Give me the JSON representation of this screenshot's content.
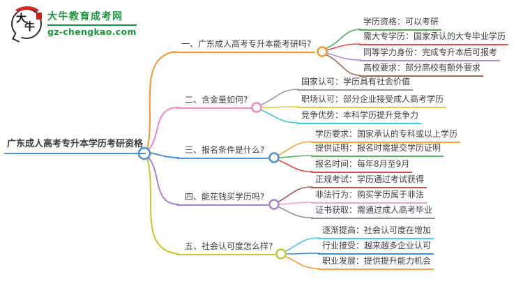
{
  "logo": {
    "bubble_char_top": "大",
    "bubble_char_bottom": "牛",
    "site_name": "大牛教育成考网",
    "site_url": "gz-chengkao.com",
    "green": "#1d953f",
    "red": "#d5281e"
  },
  "mindmap": {
    "root": {
      "label": "广东成人高考专升本学历考研资格",
      "color": "#4a8fd3"
    },
    "branches": [
      {
        "label": "一、广东成人高考专升本能考研吗?",
        "color": "#f5952f",
        "children": [
          {
            "label": "学历资格：可以考研",
            "color": "#56ab5e"
          },
          {
            "label": "需大专学历：国家承认的大专毕业学历",
            "color": "#e04b4b"
          },
          {
            "label": "同等学力身份：完成专升本后可报考",
            "color": "#a98ad8"
          },
          {
            "label": "高校要求：部分高校有额外要求",
            "color": "#9c6b59"
          }
        ]
      },
      {
        "label": "二、含金量如何?",
        "color": "#ee87c5",
        "children": [
          {
            "label": "国家认可：学历具有社会价值",
            "color": "#9b9b9b"
          },
          {
            "label": "职场认可：部分企业接受成人高考学历",
            "color": "#d8cf3a"
          },
          {
            "label": "竞争优势：本科学历提升竞争力",
            "color": "#3cc8da"
          }
        ]
      },
      {
        "label": "三、报名条件是什么?",
        "color": "#4a8fd3",
        "children": [
          {
            "label": "学历要求：国家承认的专科或以上学历",
            "color": "#f5a03c"
          },
          {
            "label": "提供证明：报名时需提交学历证明",
            "color": "#58b25c"
          },
          {
            "label": "报名时间：每年8月至9月",
            "color": "#e04848"
          }
        ]
      },
      {
        "label": "四、能花钱买学历吗?",
        "color": "#a97fd1",
        "children": [
          {
            "label": "正规考试：学历通过考试获得",
            "color": "#a45a50"
          },
          {
            "label": "非法行为：购买学历属于非法",
            "color": "#f2a3cb"
          },
          {
            "label": "证书获取：需通过成人高考毕业",
            "color": "#909090"
          }
        ]
      },
      {
        "label": "五、社会认可度怎么样?",
        "color": "#c9c32e",
        "children": [
          {
            "label": "逐渐提高：社会认可度在增加",
            "color": "#4cc4e8"
          },
          {
            "label": "行业接受：越来越多企业认可",
            "color": "#4090d8"
          },
          {
            "label": "职业发展：提供提升能力机会",
            "color": "#f89b3c"
          }
        ]
      }
    ]
  }
}
